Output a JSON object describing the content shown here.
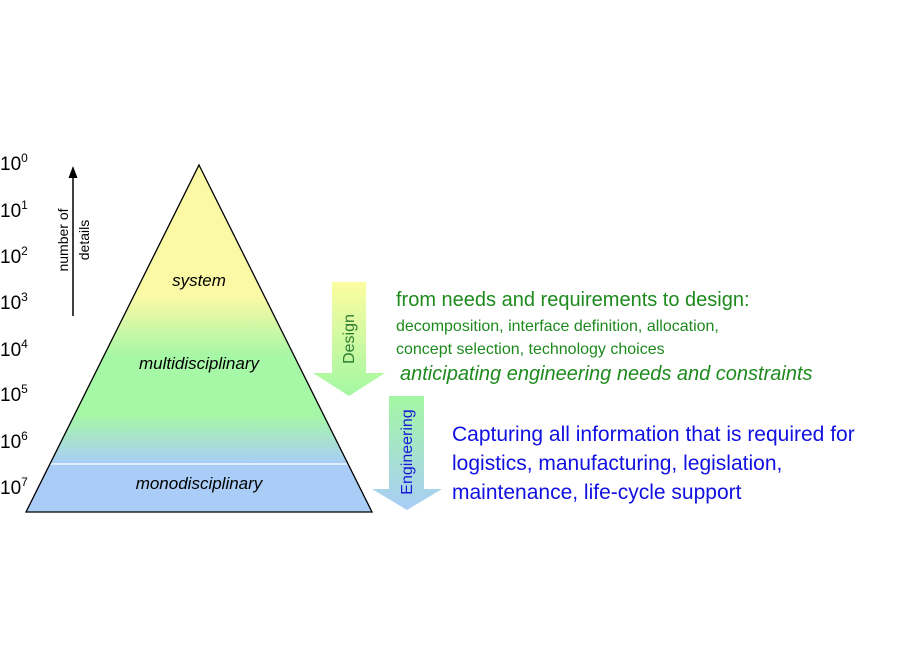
{
  "scale": {
    "base": "10",
    "exponents": [
      "0",
      "1",
      "2",
      "3",
      "4",
      "5",
      "6",
      "7"
    ],
    "axis_label_line1": "number of",
    "axis_label_line2": "details"
  },
  "pyramid": {
    "layers": [
      {
        "label": "system"
      },
      {
        "label": "multidisciplinary"
      },
      {
        "label": "monodisciplinary"
      }
    ],
    "colors": {
      "top": "#fbf9a6",
      "middle": "#a6f7a6",
      "bottom": "#a9cdf7",
      "outline": "#000000"
    }
  },
  "arrows": {
    "design": {
      "label": "Design",
      "color_top": "#fdfca0",
      "color_bottom": "#a3f7a3"
    },
    "engineering": {
      "label": "Engineering",
      "color_top": "#a3f7a3",
      "color_bottom": "#a9cdf7"
    }
  },
  "design_text": {
    "line1": "from needs and requirements to design:",
    "line2": "decomposition, interface definition,  allocation,",
    "line3": "concept selection, technology choices",
    "line4": "anticipating engineering needs and constraints"
  },
  "engineering_text": {
    "line1": "Capturing all information that is required for",
    "line2": "logistics, manufacturing, legislation,",
    "line3": "maintenance, life-cycle support"
  }
}
